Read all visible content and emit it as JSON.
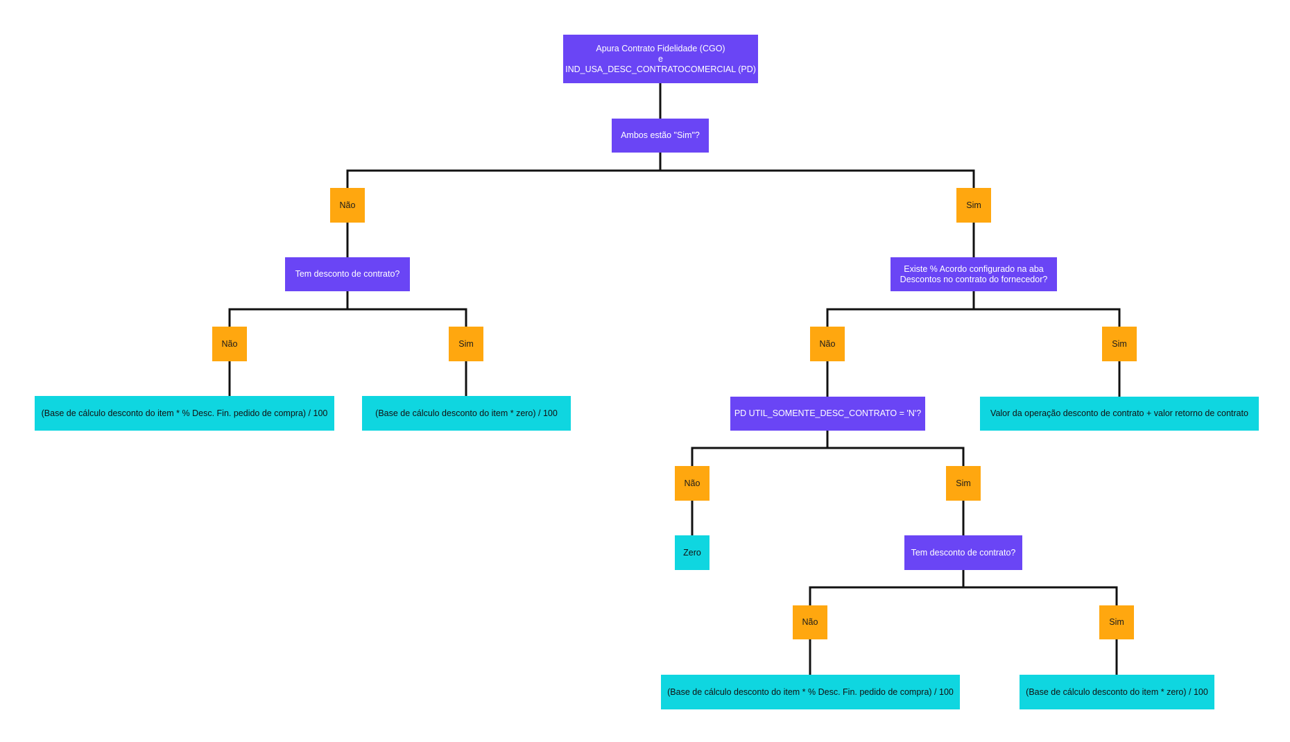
{
  "nodes": {
    "root": {
      "line1": "Apura Contrato Fidelidade (CGO)",
      "line2": "e",
      "line3": "IND_USA_DESC_CONTRATOCOMERCIAL (PD)"
    },
    "q_ambos": "Ambos estão \"Sim\"?",
    "a_nao_1": "Não",
    "a_sim_1": "Sim",
    "q_tem_desc_1": "Tem desconto de contrato?",
    "q_existe_acordo": {
      "line1": "Existe % Acordo configurado na aba",
      "line2": "Descontos no contrato do fornecedor?"
    },
    "a_nao_2": "Não",
    "a_sim_2": "Sim",
    "a_nao_3": "Não",
    "a_sim_3": "Sim",
    "r_base_pct_1": "(Base de cálculo desconto do item * % Desc. Fin. pedido de compra) / 100",
    "r_base_zero_1": "(Base de cálculo desconto do item * zero) / 100",
    "q_pd_util": "PD UTIL_SOMENTE_DESC_CONTRATO = 'N'?",
    "r_valor_operacao": "Valor da operação desconto de contrato + valor retorno de contrato",
    "a_nao_4": "Não",
    "a_sim_4": "Sim",
    "r_zero": "Zero",
    "q_tem_desc_2": "Tem desconto de contrato?",
    "a_nao_5": "Não",
    "a_sim_5": "Sim",
    "r_base_pct_2": "(Base de cálculo desconto do item * % Desc. Fin. pedido de compra) / 100",
    "r_base_zero_2": "(Base de cálculo desconto do item * zero) / 100"
  },
  "colors": {
    "question": "#6a45f5",
    "answer": "#ffa70f",
    "result": "#0fd6e0",
    "connector": "#111111"
  }
}
